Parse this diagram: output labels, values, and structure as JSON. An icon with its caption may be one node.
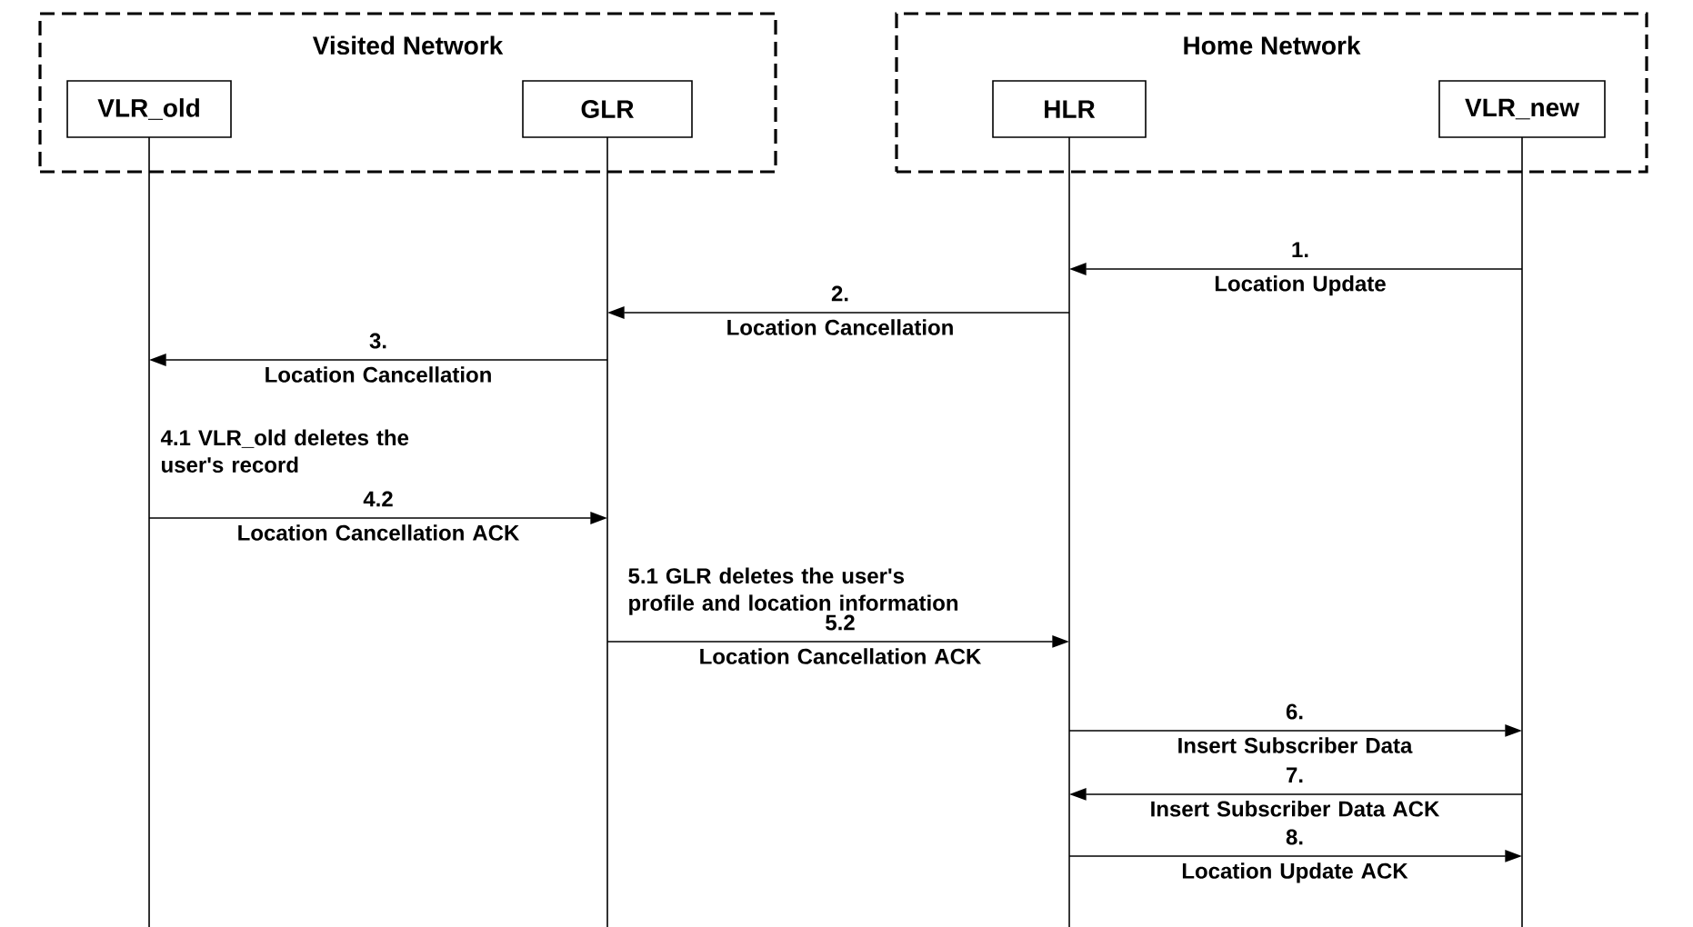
{
  "diagram": {
    "nodes": [
      {
        "text": [
          "Visited Network"
        ]
      },
      {
        "text": [
          "VLR_old"
        ],
        "in": 0
      },
      {
        "text": [
          "GLR"
        ],
        "in": 0
      },
      {
        "text": [
          "Home Network"
        ]
      },
      {
        "text": [
          "HLR"
        ],
        "in": 3
      },
      {
        "text": [
          "VLR_new"
        ],
        "in": 3
      },
      {
        "text": [],
        "shape": "line"
      },
      {
        "text": [],
        "shape": "line"
      },
      {
        "text": [],
        "shape": "line"
      },
      {
        "text": [],
        "shape": "line"
      }
    ],
    "edges": [
      {
        "from": 9,
        "to": 8,
        "arrow": "to",
        "label": "1. Location Update"
      },
      {
        "from": 8,
        "to": 7,
        "arrow": "to",
        "label": "2. Location Cancellation"
      },
      {
        "from": 7,
        "to": 6,
        "arrow": "to",
        "label": "3. Location Cancellation"
      },
      {
        "from": 6,
        "to": 7,
        "arrow": "to",
        "label": "4.2 Location Cancellation ACK"
      },
      {
        "from": 7,
        "to": 8,
        "arrow": "to",
        "label": "5.2 Location Cancellation ACK"
      },
      {
        "from": 8,
        "to": 9,
        "arrow": "to",
        "label": "6. Insert Subscriber Data"
      },
      {
        "from": 9,
        "to": 8,
        "arrow": "to",
        "label": "7. Insert Subscriber Data ACK"
      },
      {
        "from": 8,
        "to": 9,
        "arrow": "to",
        "label": "8. Location Update ACK"
      }
    ],
    "labels": [
      "4.1 VLR_old deletes the user's record",
      "5.1 GLR deletes the user's profile and location information"
    ]
  }
}
